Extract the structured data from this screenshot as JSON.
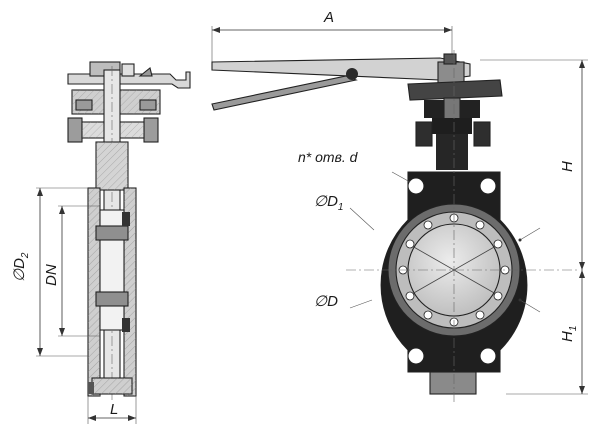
{
  "labels": {
    "dim_a": "A",
    "dim_h": "H",
    "dim_h1": "H",
    "dim_h1_sub": "1",
    "holes": "n* отв. d",
    "dia_d1": "∅D",
    "dia_d1_sub": "1",
    "dia_d": "∅D",
    "dia_d2": "∅D",
    "dia_d2_sub": "2",
    "dn": "DN",
    "dim_l": "L"
  },
  "colors": {
    "body_dark": "#1c1c1c",
    "body_mid": "#6e6e6e",
    "metal_light": "#c9c9c9",
    "metal_pale": "#e4e4e4",
    "line": "#222222"
  }
}
